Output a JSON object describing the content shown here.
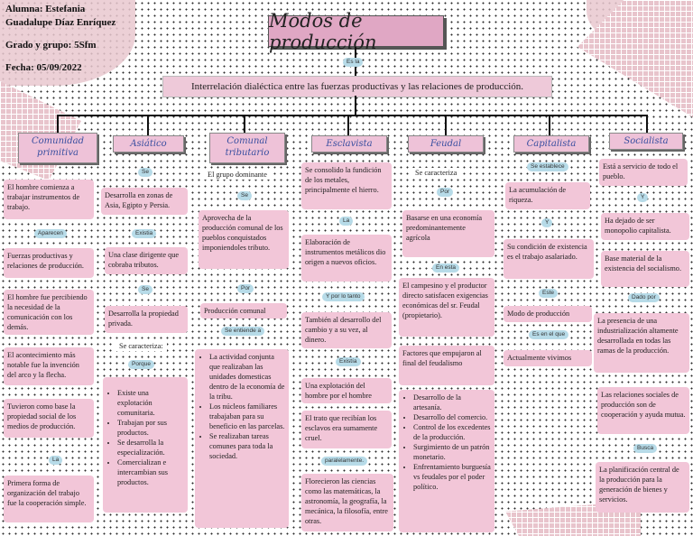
{
  "header": {
    "student_line1": "Alumna: Estefania",
    "student_line2": "Guadalupe Díaz Enríquez",
    "grade": "Grado y grupo: 5Sfm",
    "date": "Fecha: 05/09/2022"
  },
  "title": "Modos de producción",
  "es_la": "Es la",
  "main": "Interrelación dialéctica entre las fuerzas productivas y las relaciones de producción.",
  "columns": {
    "c1": {
      "title": "Comunidad primitiva",
      "b1": "El hombre comienza a trabajar instrumentos de trabajo.",
      "l1": "Aparecen",
      "b2": "Fuerzas productivas y relaciones de producción.",
      "b3": "El hombre fue percibiendo la necesidad de la comunicación con los demás.",
      "b4": "El acontecimiento más notable fue la invención del arco y la flecha.",
      "b5": "Tuvieron como base la propiedad social de los medios de producción.",
      "l2": "La",
      "b6": "Primera forma de organización del trabajo fue la cooperación simple."
    },
    "c2": {
      "title": "Asiático",
      "l1": "Se",
      "b1": "Desarrolla en zonas de Asia, Egipto y Persia.",
      "l2": "Existia",
      "b2": "Una clase dirigente que cobraba tributos.",
      "l3": "Se",
      "b3": "Desarrolla la propiedad privada.",
      "b4": "Se caracteriza:",
      "l4": "Porque",
      "items": [
        "Existe una explotación comunitaria.",
        "Trabajan por sus productos.",
        "Se desarrolla la especialización.",
        "Comercializan e intercambian sus productos."
      ]
    },
    "c3": {
      "title": "Comunal tributario",
      "b1": "El grupo dominante",
      "l1": "Se",
      "b2": "Aprovecha de la producción comunal de los pueblos conquistados imponiendoles tributo.",
      "l2": "Por",
      "b3": "Producción comunal",
      "l3": "Se entiende a",
      "items": [
        "La actividad conjunta que realizaban las unidades domesticas dentro de la economía de la tribu.",
        "Los núcleos familiares trabajaban para su beneficio en las parcelas.",
        "Se realizaban tareas comunes para toda la sociedad."
      ]
    },
    "c4": {
      "title": "Esclavista",
      "b1": "Se consolido la fundición de los metales, principalmente el hierro.",
      "l1": "La",
      "b2": "Elaboración de instrumentos metálicos dio origen a nuevos oficios.",
      "l2": "Y por lo tanto",
      "b3": "También al desarrollo del cambio y a su vez, al dinero.",
      "l3": "Existía",
      "b4": "Una explotación del hombre por el hombre",
      "b5": "El trato que recibían los esclavos era sumamente cruel.",
      "l4": "paralelamente.",
      "b6": "Florecieron las ciencias como las matemáticas, la astronomía, la geografía, la mecánica, la filosofía, entre otras."
    },
    "c5": {
      "title": "Feudal",
      "b1": "Se caracteriza",
      "l1": "Por",
      "b2": "Basarse en una economía predominantemente agrícola",
      "l2": "En esta",
      "b3": "El campesino y el productor directo satisfacen exigencias económicas del sr. Feudal (propietario).",
      "b4": "Factores que empujaron al final del feudalismo",
      "items": [
        "Desarrollo de la artesanía.",
        "Desarrollo del comercio.",
        "Control de los excedentes de la producción.",
        "Surgimiento de un patrón monetario.",
        "Enfrentamiento burguesía vs feudales por el poder político."
      ]
    },
    "c6": {
      "title": "Capitalista",
      "l1": "Se establece",
      "b1": "La acumulación de riqueza.",
      "l2": "Y",
      "b2": "Su condición de existencia es el trabajo asalariado.",
      "l3": "Este",
      "b3": "Modo de producción",
      "l4": "Es en el que",
      "b4": "Actualmente vivimos"
    },
    "c7": {
      "title": "Socialista",
      "b1": "Está a servicio de todo el pueblo.",
      "l1": "Y",
      "b2": "Ha dejado de ser monopolio capitalista.",
      "b3": "Base material de la existencia del socialismo.",
      "l2": "Dado por",
      "b4": "La presencia de una industrialización altamente desarrollada en todas las ramas de la producción.",
      "b5": "Las relaciones sociales de producción son de cooperación y ayuda mutua.",
      "l3": "Busca",
      "b6": "La planificación central de la producción para la generación de bienes y servicios."
    }
  },
  "colors": {
    "pink": "#f2c6d8",
    "blue_label": "#b7dbe8",
    "title_pink": "#e0a7c4",
    "category_text": "#3a4fa0"
  }
}
